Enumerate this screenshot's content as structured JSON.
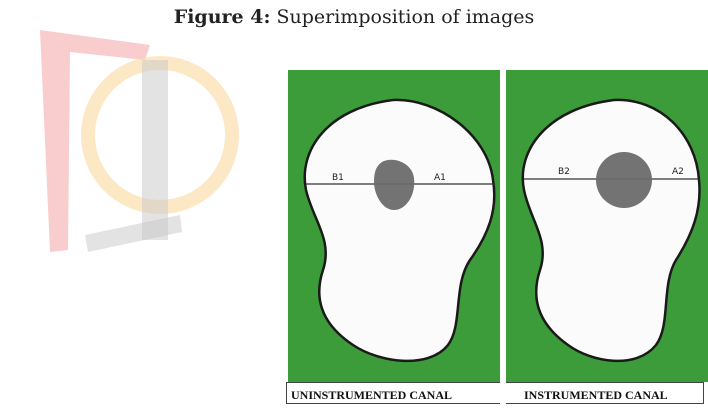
{
  "caption": {
    "label": "Figure 4:",
    "text": "Superimposition of images"
  },
  "panels": [
    {
      "id": "uninstrumented",
      "left_marker": "B1",
      "right_marker": "A1",
      "label": "UNINSTRUMENTED CANAL"
    },
    {
      "id": "instrumented",
      "left_marker": "B2",
      "right_marker": "A2",
      "label": "INSTRUMENTED CANAL"
    }
  ],
  "colors": {
    "background_green": "#3d9c3a",
    "root_fill": "#fbfbfb",
    "canal_gray": "#6b6b6b",
    "watermark_red": "#f4a4a4",
    "watermark_orange": "#fcd9a0",
    "watermark_gray": "#c8c8c8"
  }
}
